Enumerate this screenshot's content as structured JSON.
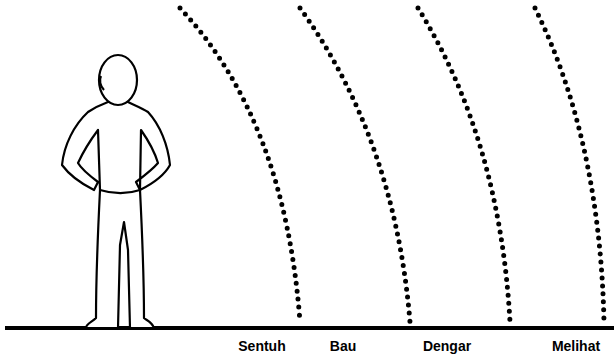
{
  "diagram": {
    "labels": [
      "Sentuh",
      "Bau",
      "Dengar",
      "Melihat"
    ]
  }
}
